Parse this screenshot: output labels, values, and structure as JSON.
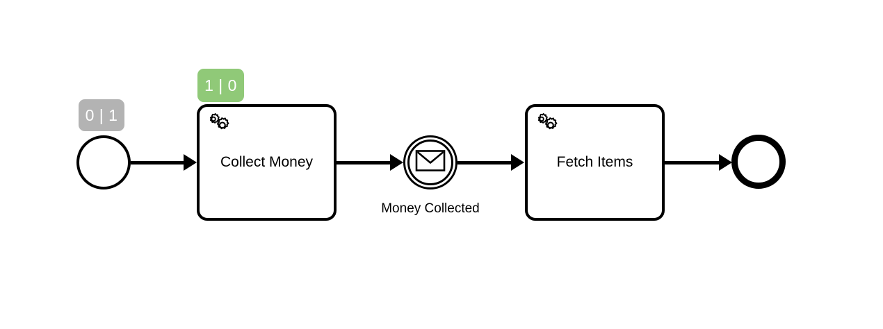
{
  "diagram": {
    "type": "bpmn-process",
    "background_color": "#ffffff",
    "stroke_color": "#000000"
  },
  "badges": {
    "start_event_tokens": {
      "label": "0 | 1",
      "color": "#b3b3b3",
      "text_color": "#ffffff"
    },
    "collect_money_tokens": {
      "label": "1 | 0",
      "color": "#90c978",
      "text_color": "#ffffff"
    }
  },
  "nodes": {
    "start_event": {
      "kind": "start-event",
      "label": ""
    },
    "collect_money": {
      "kind": "service-task",
      "label": "Collect Money",
      "icon": "gears-icon"
    },
    "money_collected": {
      "kind": "intermediate-message-catch-event",
      "label": "Money Collected",
      "icon": "envelope-icon"
    },
    "fetch_items": {
      "kind": "service-task",
      "label": "Fetch Items",
      "icon": "gears-icon"
    },
    "end_event": {
      "kind": "end-event",
      "label": ""
    }
  },
  "flows": [
    {
      "name": "start-to-collect-money",
      "from": "start_event",
      "to": "collect_money"
    },
    {
      "name": "collect-money-to-money-collected",
      "from": "collect_money",
      "to": "money_collected"
    },
    {
      "name": "money-collected-to-fetch-items",
      "from": "money_collected",
      "to": "fetch_items"
    },
    {
      "name": "fetch-items-to-end",
      "from": "fetch_items",
      "to": "end_event"
    }
  ]
}
